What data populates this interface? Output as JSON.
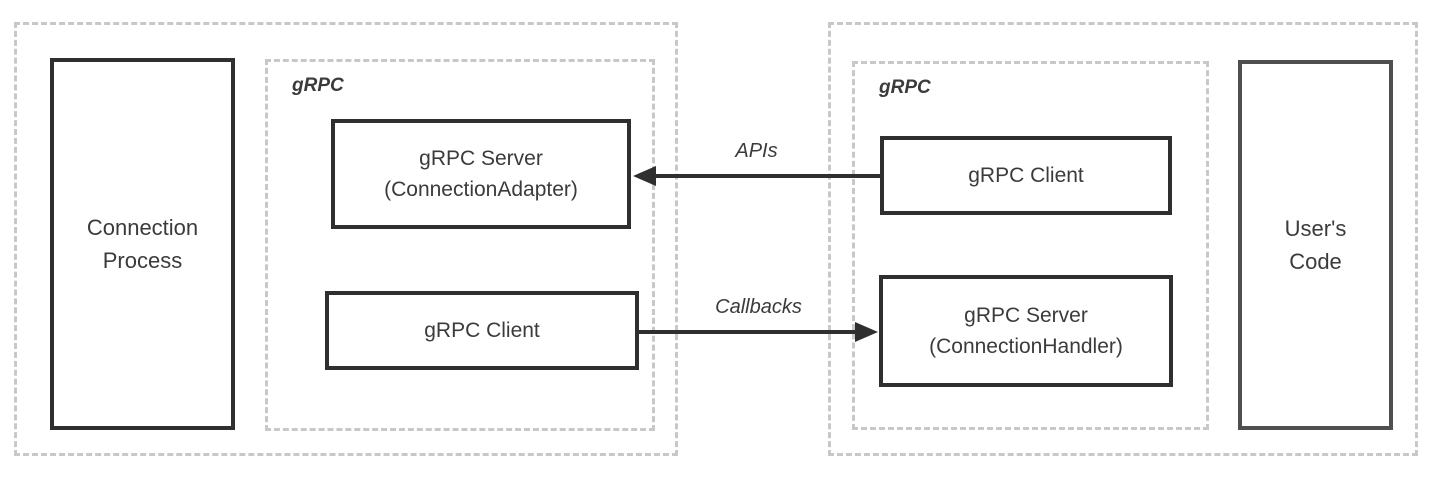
{
  "diagram": {
    "left_group": {
      "process_box": {
        "line1": "Connection",
        "line2": "Process"
      },
      "grpc_container": {
        "label": "gRPC",
        "server_box": {
          "line1": "gRPC Server",
          "line2": "(ConnectionAdapter)"
        },
        "client_box": {
          "label": "gRPC Client"
        }
      }
    },
    "right_group": {
      "grpc_container": {
        "label": "gRPC",
        "client_box": {
          "label": "gRPC Client"
        },
        "server_box": {
          "line1": "gRPC Server",
          "line2": "(ConnectionHandler)"
        }
      },
      "user_code_box": {
        "line1": "User's",
        "line2": "Code"
      }
    },
    "arrows": {
      "apis": {
        "label": "APIs",
        "direction": "left"
      },
      "callbacks": {
        "label": "Callbacks",
        "direction": "right"
      }
    },
    "colors": {
      "dashed_border": "#c8c8c8",
      "solid_border": "#2f2f2f",
      "user_code_border": "#4f4f4f",
      "text": "#3b3b3b",
      "arrow": "#2f2f2f",
      "background": "#ffffff"
    }
  }
}
